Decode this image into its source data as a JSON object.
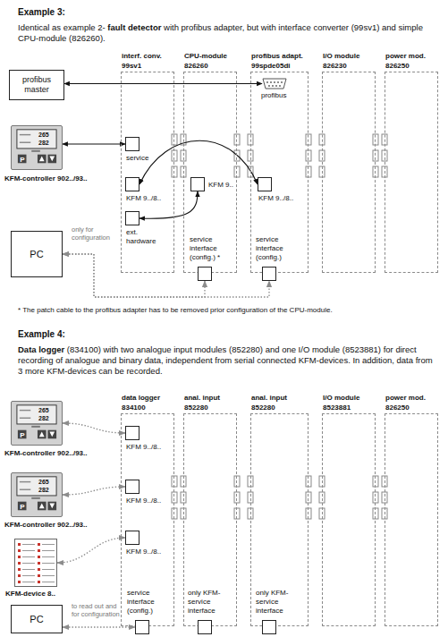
{
  "diagram": {
    "nodes": [
      {
        "text": [
          "profibus master"
        ]
      },
      {
        "text": [
          "KFM-controller 902../93.."
        ]
      },
      {
        "text": [
          "PC"
        ]
      },
      {
        "text": [
          "interf. conv.",
          "99sv1"
        ]
      },
      {
        "text": [
          "service"
        ],
        "in": 3
      },
      {
        "text": [
          "KFM 9../8.."
        ],
        "in": 3
      },
      {
        "text": [
          "ext. hardware"
        ],
        "in": 3
      },
      {
        "text": [
          "CPU-module",
          "826260"
        ]
      },
      {
        "text": [
          "KFM 9.."
        ],
        "in": 7
      },
      {
        "text": [
          "service interface (config.) *"
        ],
        "in": 7
      },
      {
        "text": [
          "profibus adapt.",
          "99spde05di"
        ]
      },
      {
        "text": [
          "profibus"
        ],
        "in": 10
      },
      {
        "text": [
          "KFM 9../8.."
        ],
        "in": 10
      },
      {
        "text": [
          "service interface (config.)"
        ],
        "in": 10
      },
      {
        "text": [
          "I/O module",
          "826230"
        ]
      },
      {
        "text": [
          "power mod.",
          "826250"
        ]
      },
      {
        "text": [
          "KFM-controller 902../93.."
        ]
      },
      {
        "text": [
          "KFM-controller 902../93.."
        ]
      },
      {
        "text": [
          "KFM-device 8.."
        ]
      },
      {
        "text": [
          "PC"
        ]
      },
      {
        "text": [
          "data logger",
          "834100"
        ]
      },
      {
        "text": [
          "KFM 9../8.."
        ],
        "in": 20
      },
      {
        "text": [
          "KFM 9../8.."
        ],
        "in": 20
      },
      {
        "text": [
          "KFM 9../8.."
        ],
        "in": 20
      },
      {
        "text": [
          "service interface (config.)"
        ],
        "in": 20
      },
      {
        "text": [
          "anal. input",
          "852280"
        ]
      },
      {
        "text": [
          "only KFM-service interface"
        ],
        "in": 25
      },
      {
        "text": [
          "anal. input",
          "852280"
        ]
      },
      {
        "text": [
          "only KFM-service interface"
        ],
        "in": 27
      },
      {
        "text": [
          "I/O module",
          "8523881"
        ]
      },
      {
        "text": [
          "power mod.",
          "826250"
        ]
      }
    ],
    "edges": [
      {
        "from": 0,
        "to": 11,
        "arrow": "both"
      },
      {
        "from": 1,
        "to": 4,
        "arrow": "both"
      },
      {
        "from": 5,
        "to": 12,
        "arrow": "both"
      },
      {
        "from": 6,
        "to": 8,
        "arrow": "both"
      },
      {
        "from": 2,
        "to": 9,
        "arrow": "both"
      },
      {
        "from": 2,
        "to": 13,
        "arrow": "both"
      },
      {
        "from": 16,
        "to": 21,
        "arrow": "both"
      },
      {
        "from": 17,
        "to": 22,
        "arrow": "both"
      },
      {
        "from": 18,
        "to": 23,
        "arrow": "both"
      },
      {
        "from": 19,
        "to": 24,
        "arrow": "both"
      }
    ],
    "labels": [
      "Example 3:",
      "Identical as example 2-",
      "fault detector",
      "with profibus adapter, but with interface converter (99sv1) and simple CPU-module (826260).",
      "265",
      "282",
      "P",
      "only for configuration",
      "* The patch cable to the profibus adapter has to be removed prior configuration of the CPU-module.",
      "Example 4:",
      "Data logger",
      "(834100) with two analogue input modules (852280) and one I/O module (8523881) for direct recording of analogue and binary data, independent from serial connected KFM-devices. In addition, data from 3 more KFM-devices can be recorded.",
      "265",
      "282",
      "P",
      "265",
      "282",
      "P",
      "to read out and for configuration"
    ]
  }
}
